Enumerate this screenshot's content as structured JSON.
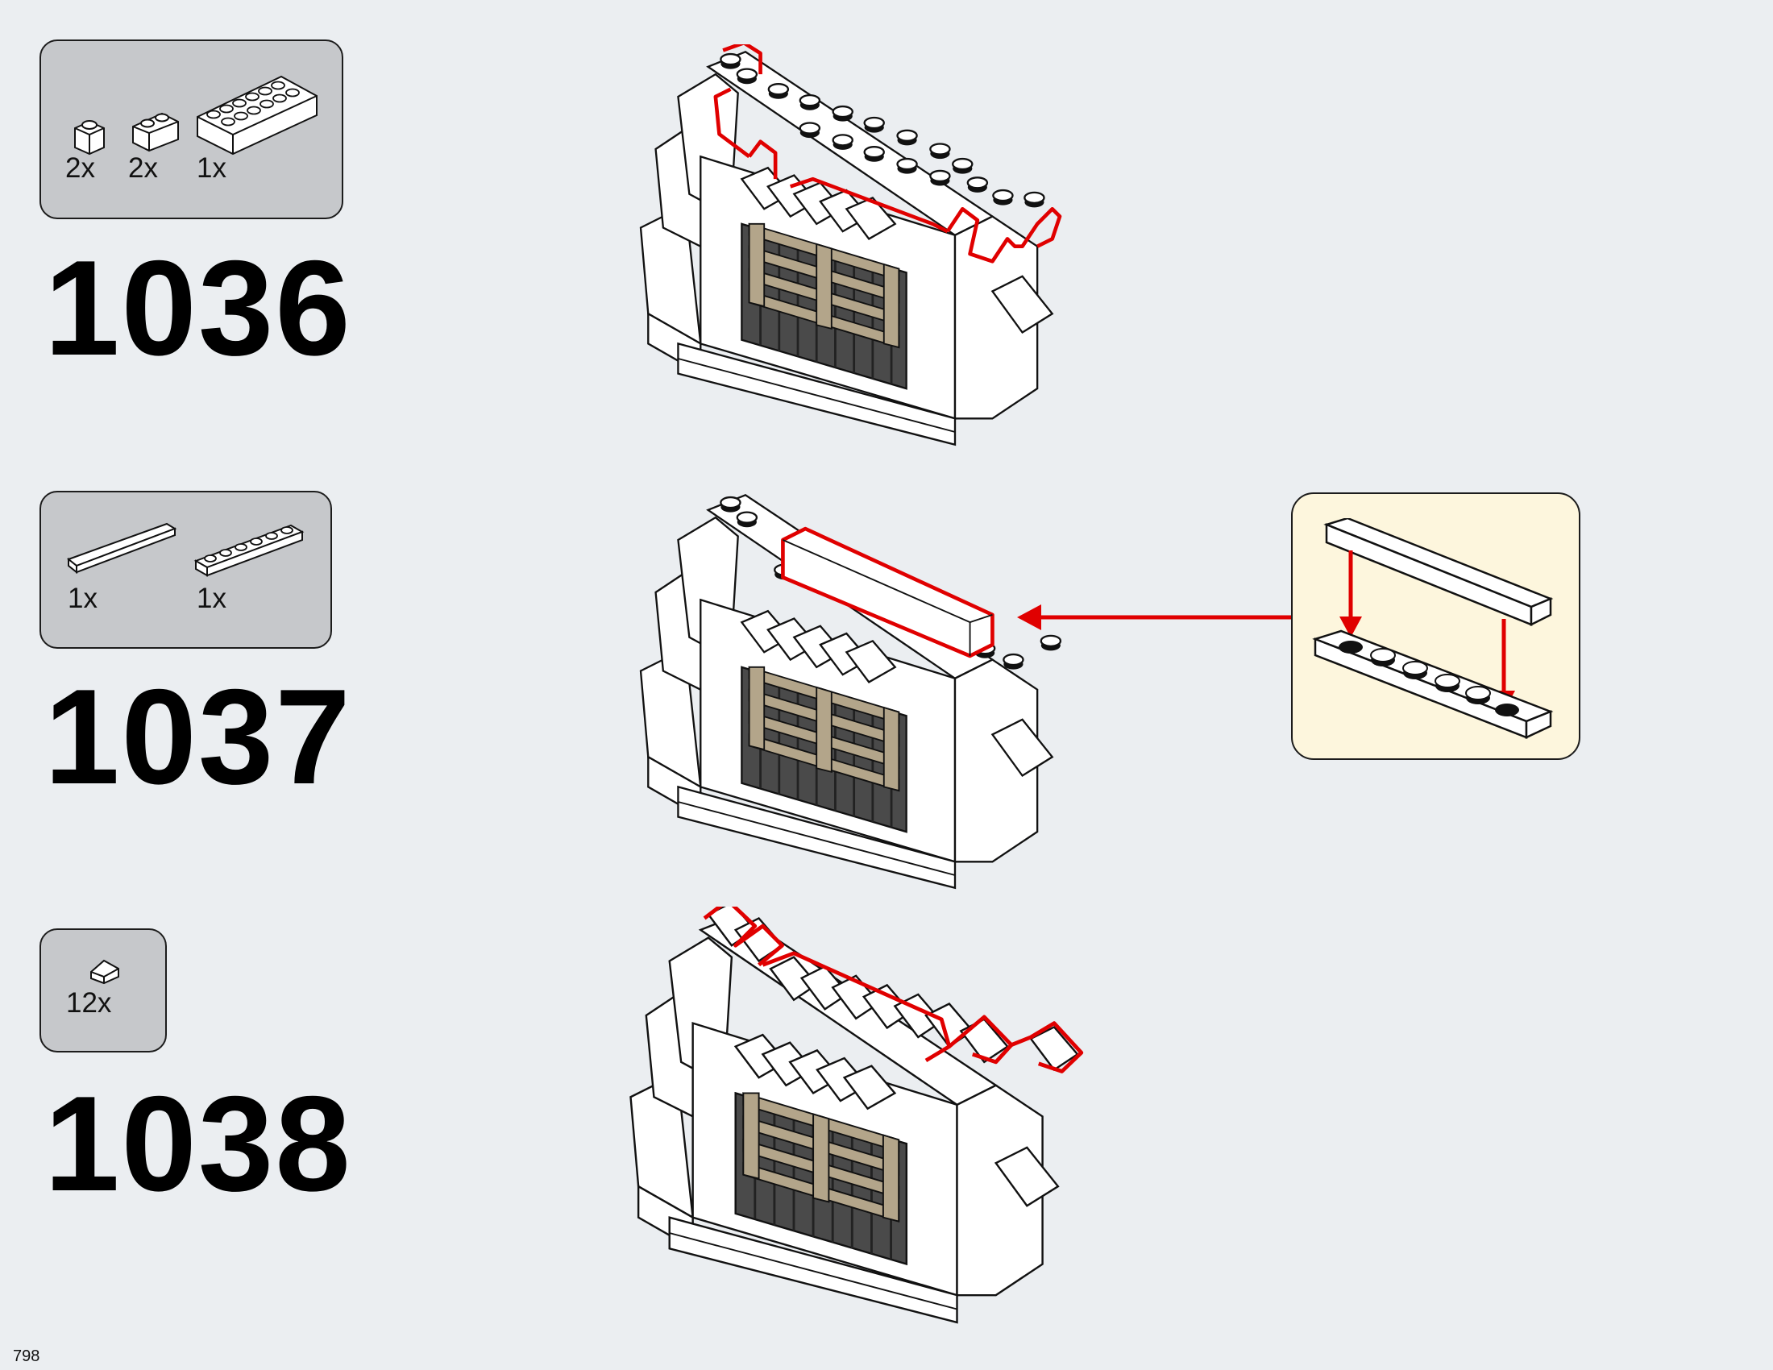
{
  "page_number": "798",
  "accent_color": "#e00000",
  "steps": [
    {
      "number": "1036",
      "parts": [
        {
          "qty": "2x",
          "icon": "brick-1x1-icon"
        },
        {
          "qty": "2x",
          "icon": "brick-1x2-icon"
        },
        {
          "qty": "1x",
          "icon": "brick-2x6-icon"
        }
      ]
    },
    {
      "number": "1037",
      "parts": [
        {
          "qty": "1x",
          "icon": "tile-1x6-icon"
        },
        {
          "qty": "1x",
          "icon": "plate-1x6-icon"
        }
      ]
    },
    {
      "number": "1038",
      "parts": [
        {
          "qty": "12x",
          "icon": "slope-1x1-icon"
        }
      ]
    }
  ]
}
